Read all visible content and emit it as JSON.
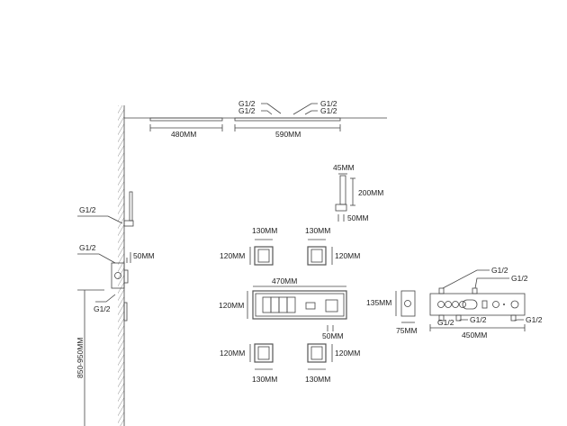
{
  "labels": {
    "g12": "G1/2",
    "rain_a": "480MM",
    "rain_b": "590MM",
    "hs_w": "45MM",
    "hs_h": "200MM",
    "hs_base": "50MM",
    "mixer_depth": "50MM",
    "height_range": "850-950MM",
    "spray_w": "130MM",
    "spray_h": "120MM",
    "panel_w": "470MM",
    "panel_h": "120MM",
    "panel_gap": "50MM",
    "box_h": "135MM",
    "box_d": "75MM",
    "valve_w": "450MM"
  },
  "colors": {
    "line": "#444444",
    "background": "#ffffff"
  }
}
